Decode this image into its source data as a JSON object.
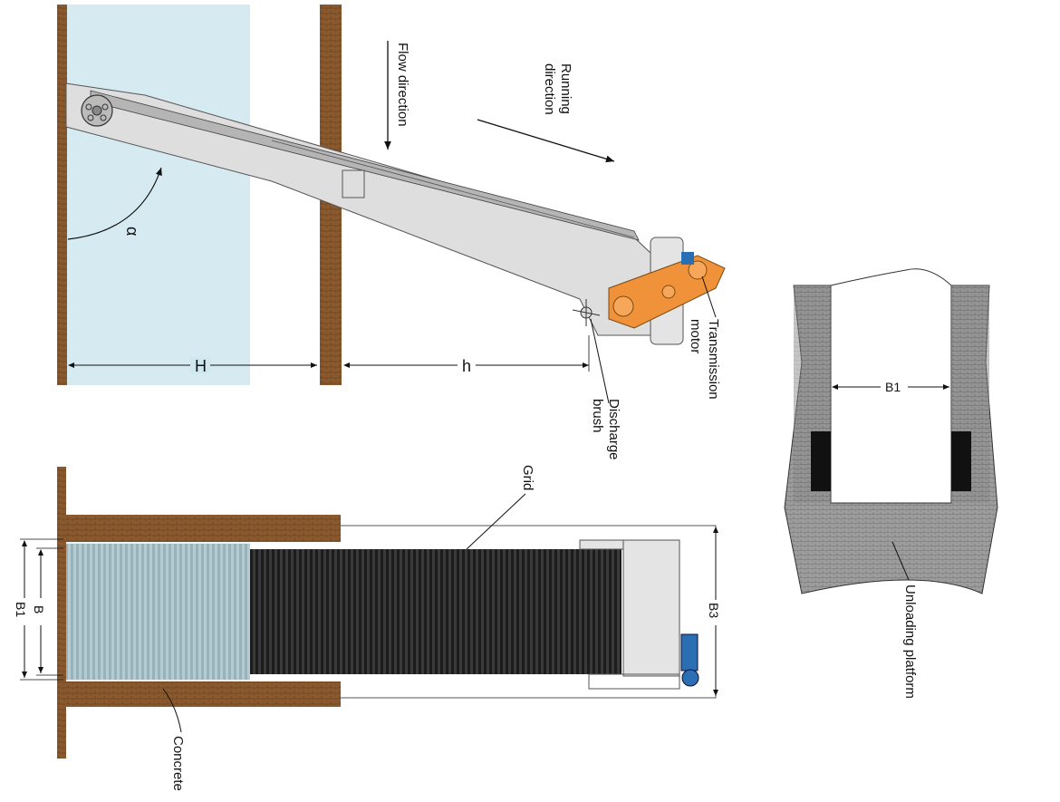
{
  "labels": {
    "flow_direction": "Flow direction",
    "running_line1": "Running",
    "running_line2": "direction",
    "alpha": "α",
    "H": "H",
    "h": "h",
    "transmission_line1": "Transmission",
    "transmission_line2": "motor",
    "discharge_line1": "Discharge",
    "discharge_line2": "brush",
    "grid": "Grid",
    "B": "B",
    "B1_left": "B1",
    "B3": "B3",
    "concrete": "Concrete",
    "B1_right": "B1",
    "unloading_platform": "Unloading platform"
  },
  "colors": {
    "brick": "#8a5a2e",
    "water": "#cfe8ef",
    "frame": "#dcdcdc",
    "motor": "#f0923a",
    "platform": "#9a9a9a",
    "grid_dark": "#2b2b2b",
    "blue_motor": "#2a6fb3"
  },
  "icons": {
    "alpha_arrow": "curved-arrow-icon",
    "flow_arrow": "down-arrow-icon",
    "running_arrow": "diagonal-arrow-icon"
  }
}
